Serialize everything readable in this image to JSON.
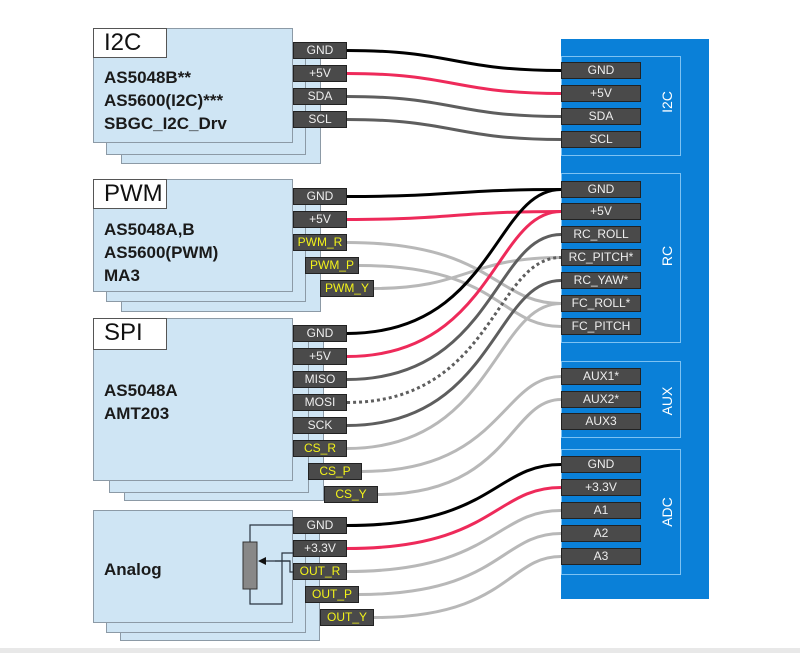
{
  "colors": {
    "gnd": "#000000",
    "power": "#ee2a5a",
    "signal_dark": "#5e5e5e",
    "signal_light": "#b8b8b8",
    "panel": "#0a80d8",
    "card": "#cfe5f4",
    "pin_text_yellow": "#f2f21a"
  },
  "modules": [
    {
      "label": "I2C",
      "devices": [
        "AS5048B**",
        "AS5600(I2C)***",
        "SBGC_I2C_Drv"
      ],
      "pins": [
        "GND",
        "+5V",
        "SDA",
        "SCL"
      ]
    },
    {
      "label": "PWM",
      "devices": [
        "AS5048A,B",
        "AS5600(PWM)",
        "MA3"
      ],
      "pins": [
        "GND",
        "+5V",
        "PWM_R",
        "PWM_P",
        "PWM_Y"
      ]
    },
    {
      "label": "SPI",
      "devices": [
        "AS5048A",
        "AMT203"
      ],
      "pins": [
        "GND",
        "+5V",
        "MISO",
        "MOSI",
        "SCK",
        "CS_R",
        "CS_P",
        "CS_Y"
      ]
    },
    {
      "label": "",
      "devices": [
        "Analog"
      ],
      "pins": [
        "GND",
        "+3.3V",
        "OUT_R",
        "OUT_P",
        "OUT_Y"
      ]
    }
  ],
  "controller": {
    "groups": [
      {
        "label": "I2C",
        "pins": [
          "GND",
          "+5V",
          "SDA",
          "SCL"
        ]
      },
      {
        "label": "RC",
        "pins": [
          "GND",
          "+5V",
          "RC_ROLL",
          "RC_PITCH*",
          "RC_YAW*",
          "FC_ROLL*",
          "FC_PITCH"
        ]
      },
      {
        "label": "AUX",
        "pins": [
          "AUX1*",
          "AUX2*",
          "AUX3"
        ]
      },
      {
        "label": "ADC",
        "pins": [
          "GND",
          "+3.3V",
          "A1",
          "A2",
          "A3"
        ]
      }
    ]
  },
  "connections": [
    {
      "from": "I2C.GND",
      "to": "I2C.GND",
      "type": "gnd"
    },
    {
      "from": "I2C.+5V",
      "to": "I2C.+5V",
      "type": "power"
    },
    {
      "from": "I2C.SDA",
      "to": "I2C.SDA",
      "type": "signal_dark"
    },
    {
      "from": "I2C.SCL",
      "to": "I2C.SCL",
      "type": "signal_dark"
    },
    {
      "from": "PWM.GND",
      "to": "RC.GND",
      "type": "gnd"
    },
    {
      "from": "PWM.+5V",
      "to": "RC.+5V",
      "type": "power"
    },
    {
      "from": "PWM.PWM_R",
      "to": "RC.FC_ROLL*",
      "type": "signal_light"
    },
    {
      "from": "PWM.PWM_P",
      "to": "RC.FC_PITCH",
      "type": "signal_light"
    },
    {
      "from": "PWM.PWM_Y",
      "to": "RC.RC_PITCH*",
      "type": "signal_light"
    },
    {
      "from": "SPI.GND",
      "to": "RC.GND",
      "type": "gnd"
    },
    {
      "from": "SPI.+5V",
      "to": "RC.+5V",
      "type": "power"
    },
    {
      "from": "SPI.MISO",
      "to": "RC.RC_ROLL",
      "type": "signal_dark"
    },
    {
      "from": "SPI.MOSI",
      "to": "RC.RC_PITCH*",
      "type": "signal_dark",
      "dashed": true
    },
    {
      "from": "SPI.SCK",
      "to": "RC.RC_YAW*",
      "type": "signal_dark"
    },
    {
      "from": "SPI.CS_R",
      "to": "RC.FC_ROLL*",
      "type": "signal_light"
    },
    {
      "from": "SPI.CS_P",
      "to": "AUX.AUX1*",
      "type": "signal_light"
    },
    {
      "from": "SPI.CS_Y",
      "to": "AUX.AUX2*",
      "type": "signal_light"
    },
    {
      "from": "Analog.GND",
      "to": "ADC.GND",
      "type": "gnd"
    },
    {
      "from": "Analog.+3.3V",
      "to": "ADC.+3.3V",
      "type": "power"
    },
    {
      "from": "Analog.OUT_R",
      "to": "ADC.A1",
      "type": "signal_light"
    },
    {
      "from": "Analog.OUT_P",
      "to": "ADC.A2",
      "type": "signal_light"
    },
    {
      "from": "Analog.OUT_Y",
      "to": "ADC.A3",
      "type": "signal_light"
    }
  ]
}
